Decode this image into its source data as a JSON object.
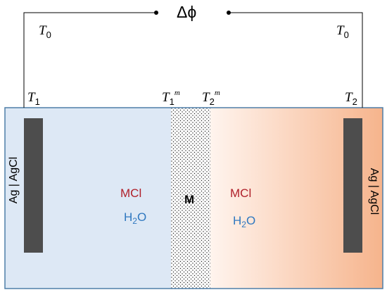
{
  "potential_label": "Δϕ",
  "temperatures": {
    "t0_left": {
      "sym": "T",
      "sub": "0"
    },
    "t0_right": {
      "sym": "T",
      "sub": "0"
    },
    "t1": {
      "sym": "T",
      "sub": "1"
    },
    "t2": {
      "sym": "T",
      "sub": "2"
    },
    "t1m": {
      "sym": "T",
      "sub": "1",
      "sup": "m"
    },
    "t2m": {
      "sym": "T",
      "sub": "2",
      "sup": "m"
    }
  },
  "electrodes": {
    "left": "Ag | AgCl",
    "right": "Ag | AgCl"
  },
  "left_compartment": {
    "salt": "MCl",
    "water": "H",
    "water_sub": "2",
    "water_tail": "O"
  },
  "right_compartment": {
    "salt": "MCl",
    "water": "H",
    "water_sub": "2",
    "water_tail": "O"
  },
  "membrane_label": "M",
  "colors": {
    "left_solution": "#dde8f5",
    "right_solution_start": "#fff4ee",
    "right_solution_end": "#f6b48c",
    "cell_border": "#4f7fa8",
    "electrode": "#4d4d4d",
    "salt_text": "#b0202a",
    "water_text": "#2f78c0",
    "wire": "#000000"
  }
}
